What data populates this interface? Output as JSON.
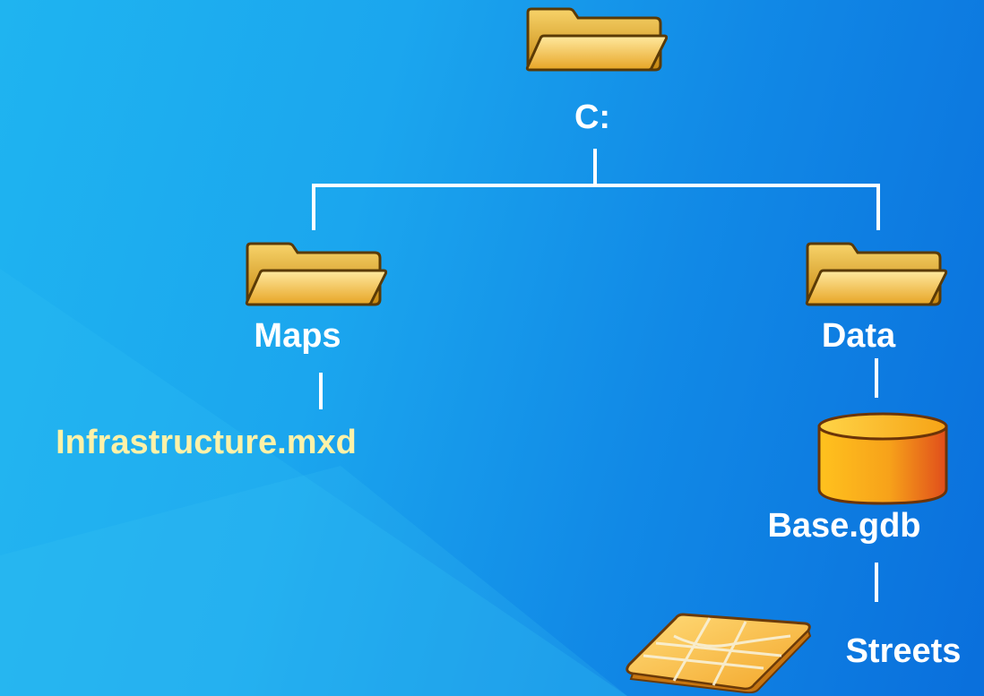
{
  "tree": {
    "root": {
      "label": "C:",
      "icon": "folder-icon"
    },
    "maps": {
      "label": "Maps",
      "icon": "folder-icon"
    },
    "data": {
      "label": "Data",
      "icon": "folder-icon"
    },
    "mxd": {
      "label": "Infrastructure.mxd"
    },
    "gdb": {
      "label": "Base.gdb",
      "icon": "geodatabase-icon"
    },
    "streets": {
      "label": "Streets",
      "icon": "feature-class-icon"
    }
  },
  "colors": {
    "background_start": "#1fb4f0",
    "background_end": "#0a6fdc",
    "connector": "#ffffff",
    "label": "#ffffff",
    "highlight_label": "#fff2a8",
    "folder": "#e8a41c",
    "database": "#f29a16"
  }
}
